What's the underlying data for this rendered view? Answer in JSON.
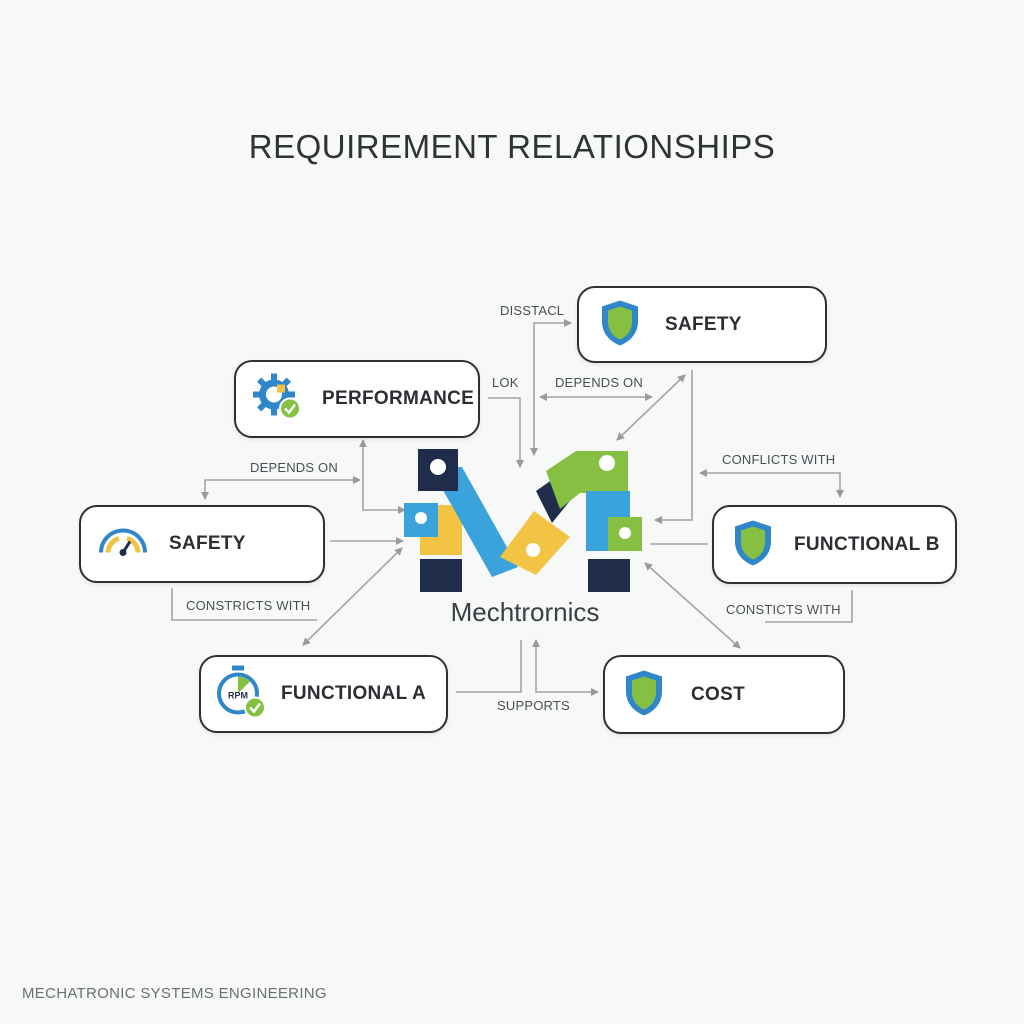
{
  "title": "REQUIREMENT RELATIONSHIPS",
  "center": {
    "label": "Mechtrornics"
  },
  "footer": "MECHATRONIC SYSTEMS ENGINEERING",
  "nodes": {
    "safety_top": {
      "label": "SAFETY",
      "icon": "shield-icon"
    },
    "performance": {
      "label": "PERFORMANCE",
      "icon": "gear-check-icon"
    },
    "safety_left": {
      "label": "SAFETY",
      "icon": "gauge-icon"
    },
    "functional_b": {
      "label": "FUNCTIONAL B",
      "icon": "shield-icon"
    },
    "functional_a": {
      "label": "FUNCTIONAL A",
      "icon": "stopwatch-rpm-icon",
      "icon_text": "RPM"
    },
    "cost": {
      "label": "COST",
      "icon": "shield-icon"
    }
  },
  "edge_labels": {
    "disstacl": "DISSTACL",
    "lok": "LOK",
    "depends_on_top": "DEPENDS ON",
    "depends_on_left": "DEPENDS ON",
    "conflicts_with": "CONFLICTS WITH",
    "constricts_with": "CONSTRICTS WITH",
    "consticts_with": "CONSTICTS WITH",
    "supports": "SUPPORTS"
  },
  "colors": {
    "navy": "#1f2d4a",
    "blue": "#3aa3db",
    "yellow": "#f3c443",
    "green": "#85c043",
    "line": "#9a9a9a"
  }
}
